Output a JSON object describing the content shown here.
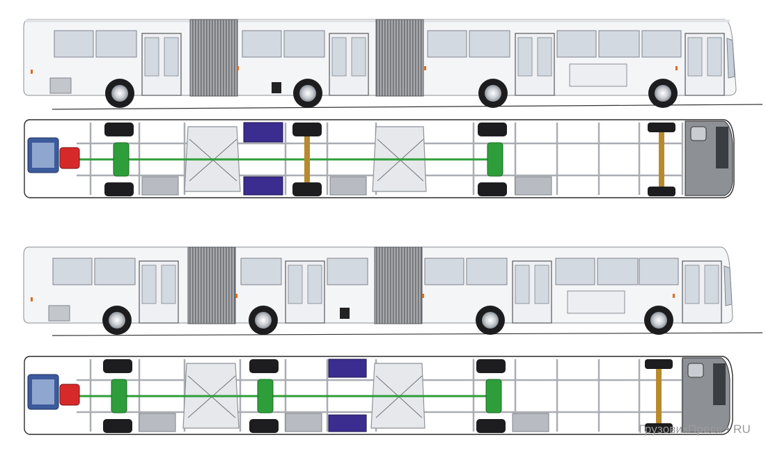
{
  "diagram": {
    "variants": [
      {
        "id": "three-section-two-drive-axles",
        "side_view": {
          "sections": 3,
          "door_count": 4,
          "wheel_count": 4
        },
        "chassis_view": {
          "drive_axles": 2,
          "dual_wheel_axles": 2,
          "battery_boxes": 2
        }
      },
      {
        "id": "three-section-three-drive-axles",
        "side_view": {
          "sections": 3,
          "door_count": 4,
          "wheel_count": 4
        },
        "chassis_view": {
          "drive_axles": 3,
          "dual_wheel_axles": 3,
          "battery_boxes": 2
        }
      }
    ],
    "colors": {
      "body": "#f5f6f8",
      "window": "#d4dbe3",
      "frame": "#b8bcc2",
      "drive_shaft": "#2e9e3a",
      "engine": "#3c5b9c",
      "gearbox": "#d62a2a",
      "battery": "#3b2d8f",
      "front_axle": "#b88a2e",
      "accordion": "#8e9094"
    }
  },
  "watermark": {
    "text": "ГрузовикПресс • RU",
    "logo_icon": "gp-logo-icon"
  }
}
